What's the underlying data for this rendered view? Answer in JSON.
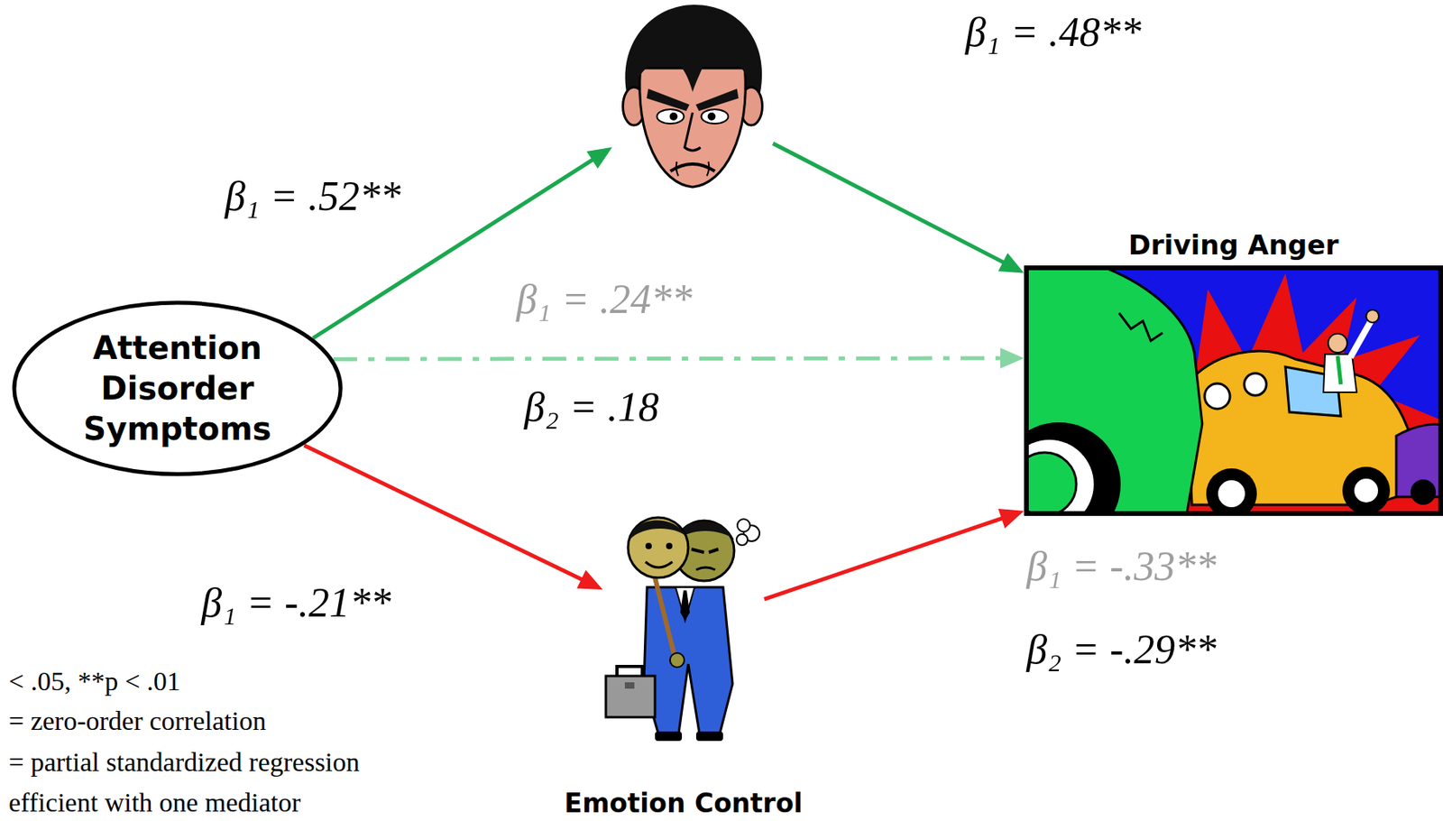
{
  "diagram": {
    "nodes": [
      {
        "text": [
          "Attention Disorder Symptoms"
        ]
      },
      {
        "text": []
      },
      {
        "text": [
          "Driving Anger"
        ]
      },
      {
        "text": [
          "Emotion Control"
        ]
      }
    ],
    "edges": [
      {
        "from": 0,
        "to": 1,
        "arrow": "to",
        "label": "β₁ = .52**"
      },
      {
        "from": 1,
        "to": 2,
        "arrow": "to",
        "label": "β₁ = .48**"
      },
      {
        "from": 0,
        "to": 2,
        "arrow": "to",
        "label": "β₁ = .24**"
      },
      {
        "from": 0,
        "to": 3,
        "arrow": "to",
        "label": "β₁ = -.21**"
      },
      {
        "from": 3,
        "to": 2,
        "arrow": "to",
        "label": "β₁ = -.33**"
      }
    ],
    "labels": [
      "β₂ = .18",
      "β₂ = -.29**",
      "< .05, **p < .01",
      "= zero-order correlation",
      "= partial standardized regression",
      "efficient with one mediator"
    ]
  }
}
